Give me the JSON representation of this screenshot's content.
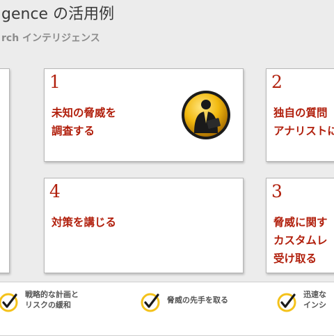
{
  "header": {
    "title": "gence の活用例",
    "subtitle": "rch インテリジェンス"
  },
  "cards": [
    {
      "number": "1",
      "text": "未知の脅威を\n調査する",
      "icon": "business-person-badge-icon"
    },
    {
      "number": "2",
      "text": "独自の質問\nアナリストに"
    },
    {
      "number": "4",
      "text": "対策を講じる"
    },
    {
      "number": "3",
      "text": "脅威に関す\nカスタムレ\n受け取る"
    }
  ],
  "benefits": [
    {
      "text": "戦略的な計画と\nリスクの緩和",
      "icon": "checkmark-icon"
    },
    {
      "text": "脅威の先手を取る",
      "icon": "checkmark-icon"
    },
    {
      "text": "迅速な\nインシ",
      "icon": "checkmark-icon"
    }
  ],
  "colors": {
    "accent_red": "#b11f0c",
    "check_yellow": "#f4c21b",
    "background": "#ececec"
  }
}
